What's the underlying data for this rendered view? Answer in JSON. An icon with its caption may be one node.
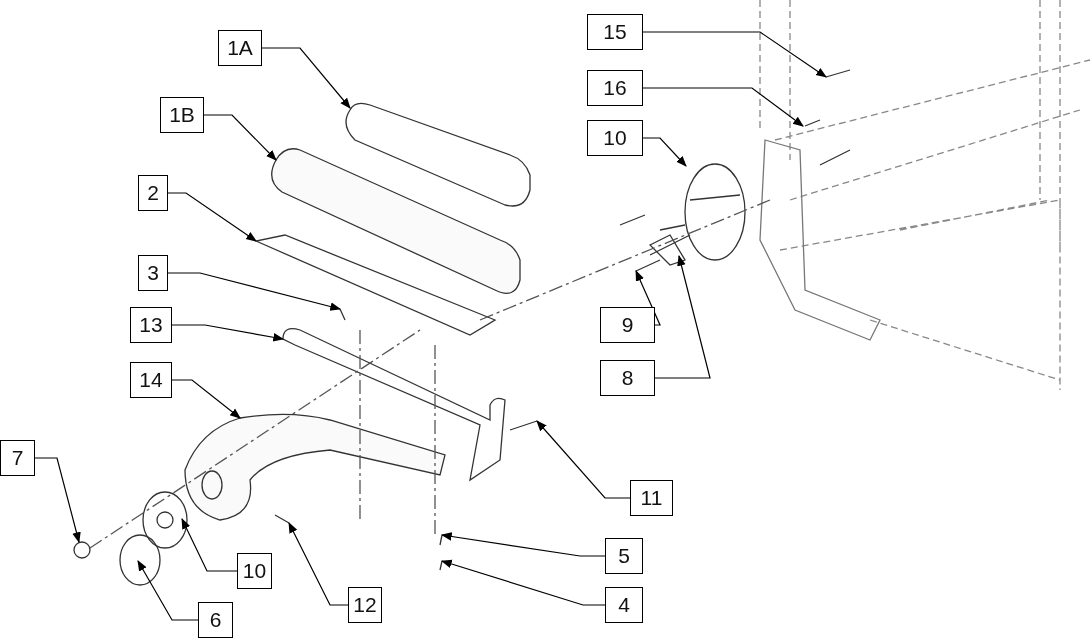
{
  "diagram": {
    "nodes": [
      {
        "text": [
          "15"
        ]
      },
      {
        "text": [
          "1A"
        ]
      },
      {
        "text": [
          "16"
        ]
      },
      {
        "text": [
          "1B"
        ]
      },
      {
        "text": [
          "10"
        ]
      },
      {
        "text": [
          "2"
        ]
      },
      {
        "text": [
          "3"
        ]
      },
      {
        "text": [
          "13"
        ]
      },
      {
        "text": [
          "9"
        ]
      },
      {
        "text": [
          "8"
        ]
      },
      {
        "text": [
          "14"
        ]
      },
      {
        "text": [
          "7"
        ]
      },
      {
        "text": [
          "11"
        ]
      },
      {
        "text": [
          "5"
        ]
      },
      {
        "text": [
          "10"
        ]
      },
      {
        "text": [
          "12"
        ]
      },
      {
        "text": [
          "4"
        ]
      },
      {
        "text": [
          "6"
        ]
      }
    ],
    "edges": [
      {
        "from": 0,
        "to": null,
        "arrow": "to"
      },
      {
        "from": 1,
        "to": null,
        "arrow": "to"
      },
      {
        "from": 2,
        "to": null,
        "arrow": "to"
      },
      {
        "from": 3,
        "to": null,
        "arrow": "to"
      },
      {
        "from": 4,
        "to": null,
        "arrow": "to"
      },
      {
        "from": 5,
        "to": null,
        "arrow": "to"
      },
      {
        "from": 6,
        "to": null,
        "arrow": "to"
      },
      {
        "from": 7,
        "to": null,
        "arrow": "to"
      },
      {
        "from": 8,
        "to": null,
        "arrow": "to"
      },
      {
        "from": 9,
        "to": null,
        "arrow": "to"
      },
      {
        "from": 10,
        "to": null,
        "arrow": "to"
      },
      {
        "from": 11,
        "to": null,
        "arrow": "to"
      },
      {
        "from": 12,
        "to": null,
        "arrow": "to"
      },
      {
        "from": 13,
        "to": null,
        "arrow": "to"
      },
      {
        "from": 14,
        "to": null,
        "arrow": "to"
      },
      {
        "from": 15,
        "to": null,
        "arrow": "to"
      },
      {
        "from": 16,
        "to": null,
        "arrow": "to"
      },
      {
        "from": 17,
        "to": null,
        "arrow": "to"
      }
    ]
  }
}
